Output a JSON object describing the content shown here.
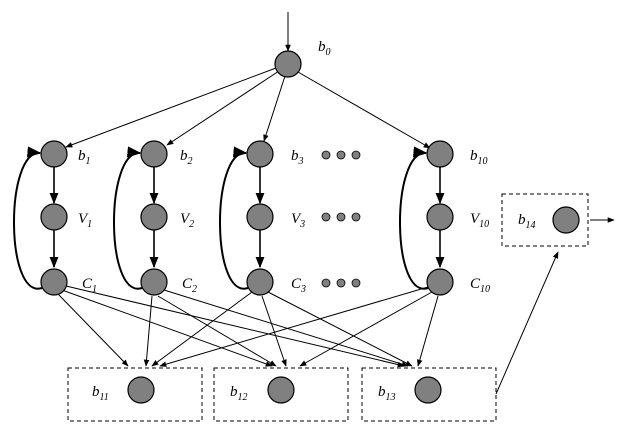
{
  "labels": {
    "b0": {
      "main": "b",
      "sub": "0"
    },
    "b1": {
      "main": "b",
      "sub": "1"
    },
    "b2": {
      "main": "b",
      "sub": "2"
    },
    "b3": {
      "main": "b",
      "sub": "3"
    },
    "b10": {
      "main": "b",
      "sub": "10"
    },
    "V1": {
      "main": "V",
      "sub": "1"
    },
    "V2": {
      "main": "V",
      "sub": "2"
    },
    "V3": {
      "main": "V",
      "sub": "3"
    },
    "V10": {
      "main": "V",
      "sub": "10"
    },
    "C1": {
      "main": "C",
      "sub": "1"
    },
    "C2": {
      "main": "C",
      "sub": "2"
    },
    "C3": {
      "main": "C",
      "sub": "3"
    },
    "C10": {
      "main": "C",
      "sub": "10"
    },
    "b11": {
      "main": "b",
      "sub": "11"
    },
    "b12": {
      "main": "b",
      "sub": "12"
    },
    "b13": {
      "main": "b",
      "sub": "13"
    },
    "b14": {
      "main": "b",
      "sub": "14"
    }
  },
  "colors": {
    "node_fill": "#808080",
    "stroke": "#000000"
  }
}
